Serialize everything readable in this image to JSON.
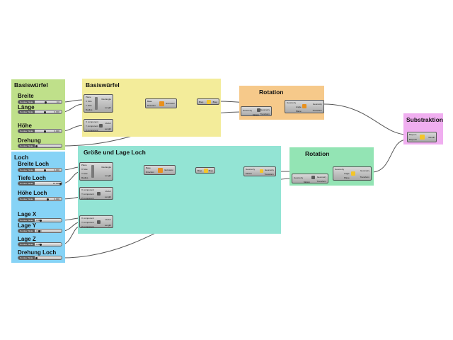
{
  "groups": {
    "basiswuerfel_params": {
      "color": "#bfe08a"
    },
    "basiswuerfel": {
      "title": "Basiswürfel",
      "color": "#f3ec9a"
    },
    "rotation_top": {
      "title": "Rotation",
      "color": "#f6c98a"
    },
    "substraktion": {
      "title": "Substraktion",
      "color": "#f0aef0"
    },
    "loch_params": {
      "title": "Loch",
      "color": "#86d3f6"
    },
    "groesse_lage": {
      "title": "Größe und Lage Loch",
      "color": "#93e4d4"
    },
    "rotation_bottom": {
      "title": "Rotation",
      "color": "#93e4b4"
    },
    "basiswuerfel_params_title": "Basiswürfel"
  },
  "params": {
    "breite": {
      "label": "Breite",
      "tag": "Number Slider",
      "value": "0.0"
    },
    "laenge": {
      "label": "Länge",
      "tag": "Number Slider",
      "value": "0.000"
    },
    "hoehe": {
      "label": "Höhe",
      "tag": "Number Slider",
      "value": "0.000"
    },
    "drehung": {
      "label": "Drehung",
      "tag": "Number Slider",
      "value": "0"
    },
    "breite_loch": {
      "label": "Breite Loch",
      "tag": "Number Slider",
      "value": "0.000"
    },
    "tiefe_loch": {
      "label": "Tiefe Loch",
      "tag": "Number Slider",
      "value": "10.000"
    },
    "hoehe_loch": {
      "label": "Höhe Loch",
      "tag": "Number Slider",
      "value": "0.000"
    },
    "lage_x": {
      "label": "Lage X",
      "tag": "Number Slider",
      "value": "0.000"
    },
    "lage_y": {
      "label": "Lage Y",
      "tag": "Number Slider",
      "value": "0.000"
    },
    "lage_z": {
      "label": "Lage Z",
      "tag": "Number Slider",
      "value": "0.000"
    },
    "drehung_loch": {
      "label": "Drehung Loch",
      "tag": "Number Slider",
      "value": "0"
    }
  },
  "components": {
    "rect1": {
      "inputs": [
        "Plane",
        "X Size",
        "Y Size",
        "Radius"
      ],
      "outputs": [
        "Rectangle",
        "Length"
      ]
    },
    "box1": {
      "inputs": [
        "Base",
        "Direction"
      ],
      "outputs": [
        "Extrusion"
      ]
    },
    "brep1": {
      "inputs": [
        "Brep"
      ],
      "outputs": [
        "Brep"
      ]
    },
    "vec1": {
      "inputs": [
        "X component",
        "Y component",
        "Z component"
      ],
      "outputs": [
        "Vector",
        "Length"
      ]
    },
    "rot1": {
      "inputs": [
        "Geometry",
        "Angle",
        "Plane"
      ],
      "outputs": [
        "Geometry",
        "Transform"
      ]
    },
    "dir1": {
      "inputs": [
        "Geometry",
        "Motion"
      ],
      "outputs": [
        "Geometry",
        "Transform"
      ]
    },
    "diff": {
      "inputs": [
        "Breps A",
        "Breps B"
      ],
      "outputs": [
        "Result"
      ]
    },
    "rect2": {
      "inputs": [
        "Plane",
        "X Size",
        "Y Size",
        "Radius"
      ],
      "outputs": [
        "Rectangle",
        "Length"
      ]
    },
    "box2": {
      "inputs": [
        "Base",
        "Direction"
      ],
      "outputs": [
        "Extrusion"
      ]
    },
    "brep2": {
      "inputs": [
        "Brep"
      ],
      "outputs": [
        "Brep"
      ]
    },
    "move2": {
      "inputs": [
        "Geometry",
        "Motion"
      ],
      "outputs": [
        "Geometry",
        "Transform"
      ]
    },
    "vec2": {
      "inputs": [
        "X component",
        "Y component",
        "Z component"
      ],
      "outputs": [
        "Vector",
        "Length"
      ]
    },
    "vec3": {
      "inputs": [
        "X component",
        "Y component",
        "Z component"
      ],
      "outputs": [
        "Vector",
        "Length"
      ]
    },
    "dir2": {
      "inputs": [
        "Geometry",
        "Motion"
      ],
      "outputs": [
        "Geometry",
        "Transform"
      ]
    },
    "rot2": {
      "inputs": [
        "Geometry",
        "Angle",
        "Plane"
      ],
      "outputs": [
        "Geometry",
        "Transform"
      ]
    }
  },
  "icons": {
    "extrude": "extrude-icon",
    "brep": "brep-icon",
    "vector": "vector-icon",
    "rotate": "rotate-icon",
    "move": "move-icon",
    "difference": "difference-icon"
  },
  "colors": {
    "wire": "#555555",
    "icon_orange": "#e8901c",
    "icon_yellow": "#f3c52a"
  }
}
